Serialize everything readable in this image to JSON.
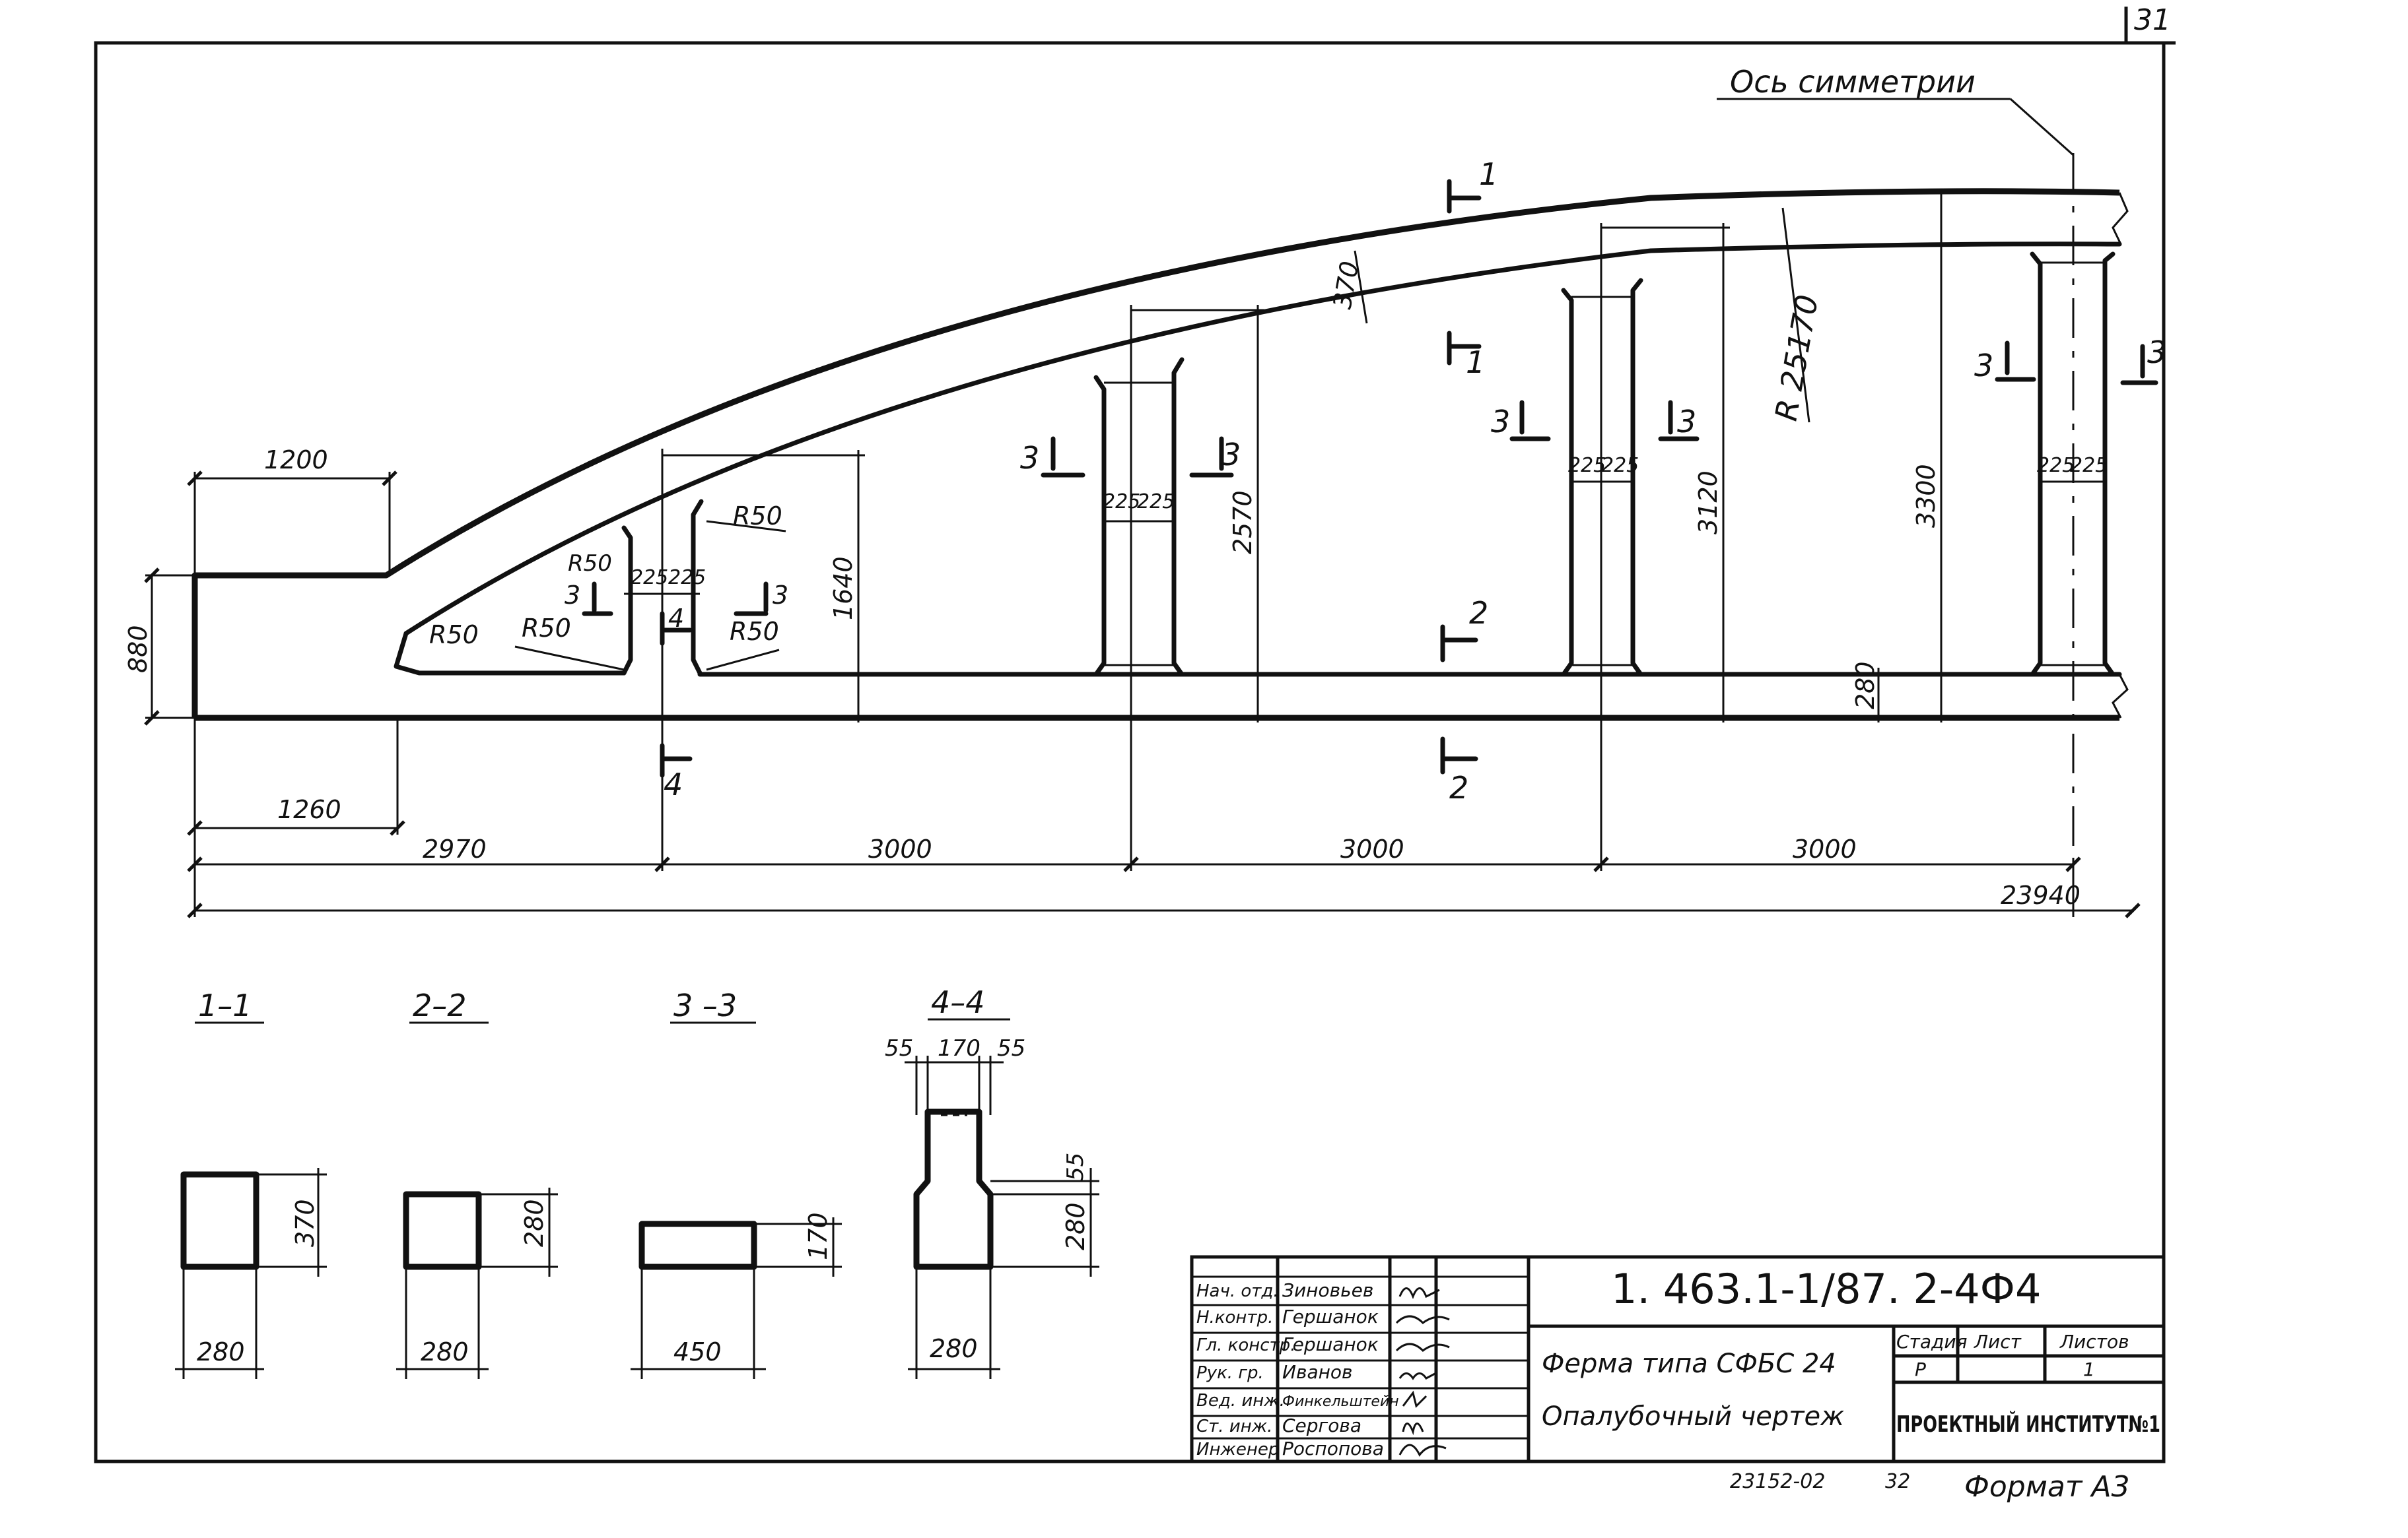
{
  "sheet_number": "31",
  "symmetry_axis": "Ось симметрии",
  "radius": "R 25170",
  "dims": {
    "d1200": "1200",
    "d880": "880",
    "d1260": "1260",
    "d2970": "2970",
    "d3000a": "3000",
    "d3000b": "3000",
    "d3000c": "3000",
    "d23940": "23940",
    "d370": "370",
    "d1640": "1640",
    "d2570": "2570",
    "d3120": "3120",
    "d3300": "3300",
    "d280": "280",
    "d225a": "225",
    "d225b": "225",
    "d225c": "225",
    "d225d": "225",
    "d225e": "225",
    "d225f": "225",
    "d225g": "225",
    "d225h": "225",
    "r50a": "R50",
    "r50b": "R50",
    "r50c": "R50",
    "r50d": "R50",
    "r50e": "R50"
  },
  "cuts": {
    "c1": "1",
    "c1b": "1",
    "c2": "2",
    "c2b": "2",
    "c3": "3",
    "c4": "4",
    "c4b": "4"
  },
  "sections": {
    "s1": {
      "title": "1–1",
      "w": "280",
      "h": "370"
    },
    "s2": {
      "title": "2–2",
      "w": "280",
      "h": "280"
    },
    "s3": {
      "title": "3 –3",
      "w": "450",
      "h": "170"
    },
    "s4": {
      "title": "4–4",
      "top_left": "55",
      "top_mid": "170",
      "top_right": "55",
      "side_top": "55",
      "side": "280",
      "w": "280"
    }
  },
  "title_block": {
    "code": "1. 463.1-1/87. 2-4Ф4",
    "name_line1": "Ферма типа СФБС 24",
    "name_line2": "Опалубочный чертеж",
    "stage_header": "Стадия",
    "sheet_header": "Лист",
    "sheets_header": "Листов",
    "stage": "Р",
    "sheets": "1",
    "institute": "ПРОЕКТНЫЙ ИНСТИТУТ№1",
    "roles": [
      {
        "role": "Нач. отд.",
        "name": "Зиновьев"
      },
      {
        "role": "Н.контр.",
        "name": "Гершанок"
      },
      {
        "role": "Гл. констр.",
        "name": "Гершанок"
      },
      {
        "role": "Рук. гр.",
        "name": "Иванов"
      },
      {
        "role": "Вед. инж.",
        "name": "Финкельштейн"
      },
      {
        "role": "Ст. инж.",
        "name": "Сергова"
      },
      {
        "role": "Инженер",
        "name": "Роспопова"
      }
    ]
  },
  "footer": {
    "archive": "23152-02",
    "page": "32",
    "format": "Формат А3"
  }
}
